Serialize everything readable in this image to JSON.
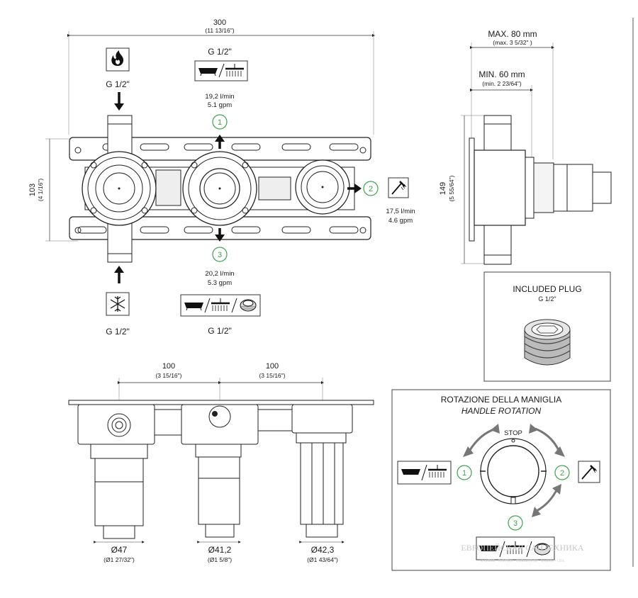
{
  "top_view": {
    "width_mm": "300",
    "width_in": "(11 13/16\")",
    "height_mm": "103",
    "height_in": "(4 1/16\")",
    "hot_inlet": {
      "thread": "G 1/2\"",
      "icon": "flame-icon"
    },
    "cold_inlet": {
      "thread": "G 1/2\"",
      "icon": "snowflake-icon"
    },
    "outlet_1": {
      "number": "1",
      "thread": "G 1/2\"",
      "flow_lmin": "19,2 l/min",
      "flow_gpm": "5.1 gpm",
      "icons": [
        "bathtub-icon",
        "shower-head-icon"
      ]
    },
    "outlet_2": {
      "number": "2",
      "flow_lmin": "17,5 l/min",
      "flow_gpm": "4.6 gpm",
      "icons": [
        "hand-shower-icon"
      ]
    },
    "outlet_3": {
      "number": "3",
      "thread": "G 1/2\"",
      "flow_lmin": "20,2 l/min",
      "flow_gpm": "5.3 gpm",
      "icons": [
        "bathtub-icon",
        "shower-head-icon",
        "plug-icon"
      ]
    }
  },
  "side_view": {
    "max_label": "MAX. 80 mm",
    "max_in": "(max. 3 5/32\" )",
    "min_label": "MIN. 60 mm",
    "min_in": "(min. 2 23/64\")",
    "height_mm": "149",
    "height_in": "(5 55/64\")"
  },
  "plug_box": {
    "title": "INCLUDED PLUG",
    "thread": "G 1/2\""
  },
  "front_view": {
    "spacing_1_mm": "100",
    "spacing_1_in": "(3 15/16\")",
    "spacing_2_mm": "100",
    "spacing_2_in": "(3 15/16\")",
    "diameters": [
      {
        "mm": "Ø47",
        "in": "(Ø1 27/32\")"
      },
      {
        "mm": "Ø41,2",
        "in": "(Ø1 5/8\")"
      },
      {
        "mm": "Ø42,3",
        "in": "(Ø1 43/64\")"
      }
    ]
  },
  "rotation_box": {
    "title": "ROTAZIONE DELLA MANIGLIA",
    "subtitle": "HANDLE ROTATION",
    "stop_label": "STOP",
    "pos_1": "1",
    "pos_2": "2",
    "pos_3": "3"
  },
  "watermark": {
    "line1": "ЕВРОПЕЙСКАЯ САНТЕХНИКА",
    "line2": "КАМЕНЬ • ПЛИТКА • СМЕСИТЕЛИ • ВАННЫ • СПА"
  },
  "colors": {
    "accent_green": "#3fa34d",
    "line": "#1a1a1a"
  }
}
